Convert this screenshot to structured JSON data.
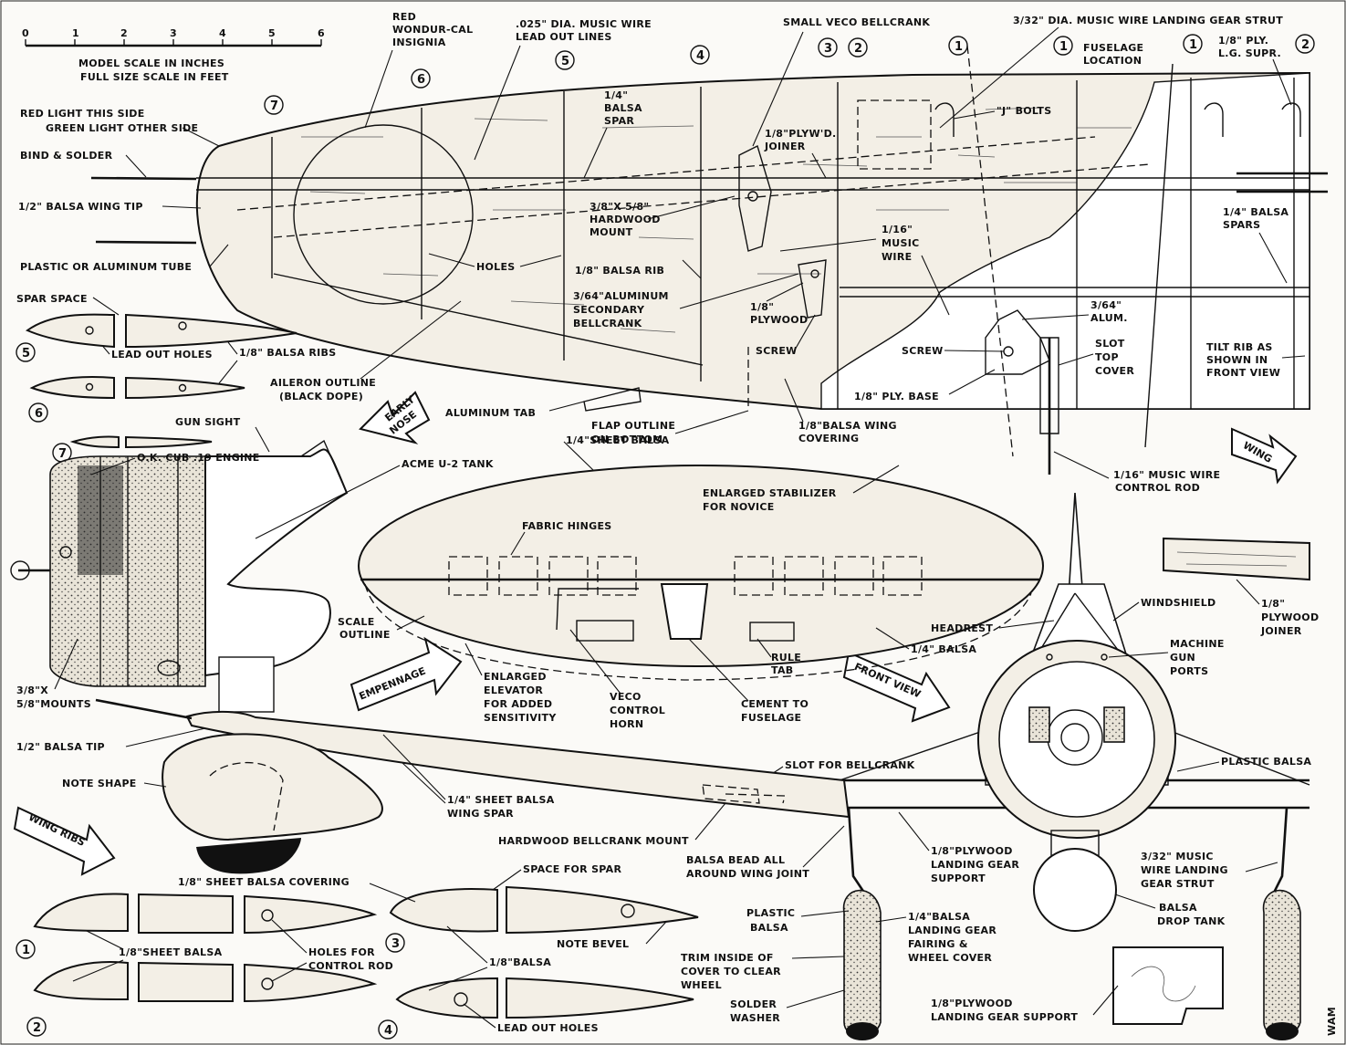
{
  "scale": {
    "ticks": [
      "0",
      "1",
      "2",
      "3",
      "4",
      "5",
      "6"
    ],
    "caption_line1": "MODEL SCALE IN INCHES",
    "caption_line2": "FULL SIZE SCALE IN FEET"
  },
  "rib_stations": {
    "n1": "1",
    "n2": "2",
    "n3": "3",
    "n4": "4",
    "n5": "5",
    "n6": "6",
    "n7": "7"
  },
  "wing_labels": {
    "red_insignia": [
      "RED",
      "WONDUR-CAL",
      "INSIGNIA"
    ],
    "music_wire_leadout": [
      ".025\" DIA. MUSIC WIRE",
      "LEAD OUT LINES"
    ],
    "small_veco_bellcrank": "SMALL VECO BELLCRANK",
    "landing_gear_strut_top": "3/32\" DIA. MUSIC WIRE LANDING GEAR STRUT",
    "fuselage_location": [
      "FUSELAGE",
      "LOCATION"
    ],
    "ply_lg_supr": [
      "1/8\" PLY.",
      "L.G. SUPR."
    ],
    "red_light": [
      "RED LIGHT THIS SIDE",
      "GREEN LIGHT OTHER SIDE"
    ],
    "bind_solder": "BIND & SOLDER",
    "balsa_wing_tip": "1/2\" BALSA WING TIP",
    "plastic_tube": "PLASTIC OR ALUMINUM TUBE",
    "balsa_spar": [
      "1/4\"",
      "BALSA",
      "SPAR"
    ],
    "plywd_joiner": [
      "1/8\"PLYW'D.",
      "JOINER"
    ],
    "j_bolts": "\"J\" BOLTS",
    "hardwood_mount": [
      "3/8\"X 5/8\"",
      "HARDWOOD",
      "MOUNT"
    ],
    "holes": "HOLES",
    "balsa_rib": "1/8\" BALSA RIB",
    "music_wire_116": [
      "1/16\"",
      "MUSIC",
      "WIRE"
    ],
    "balsa_spars_14": [
      "1/4\" BALSA",
      "SPARS"
    ],
    "aluminum_secondary": [
      "3/64\"ALUMINUM",
      "SECONDARY",
      "BELLCRANK"
    ],
    "plywood_18": [
      "1/8\"",
      "PLYWOOD"
    ],
    "alum_364": [
      "3/64\"",
      "ALUM."
    ],
    "screw_a": "SCREW",
    "screw_b": "SCREW",
    "slot_top_cover": [
      "SLOT",
      "TOP",
      "COVER"
    ],
    "tilt_rib": [
      "TILT RIB AS",
      "SHOWN IN",
      "FRONT VIEW"
    ],
    "spar_space": "SPAR SPACE",
    "lead_out_holes": "LEAD OUT HOLES",
    "balsa_ribs_18": "1/8\" BALSA RIBS",
    "aileron_outline": [
      "AILERON OUTLINE",
      "(BLACK DOPE)"
    ],
    "ply_base": "1/8\" PLY. BASE",
    "aluminum_tab": "ALUMINUM TAB",
    "flap_outline": [
      "FLAP OUTLINE",
      "ON BOTTOM"
    ],
    "balsa_wing_covering": [
      "1/8\"BALSA WING",
      "COVERING"
    ],
    "control_rod": [
      "1/16\" MUSIC WIRE",
      "CONTROL ROD"
    ]
  },
  "arrows": {
    "early_nose": [
      "EARLY",
      "NOSE"
    ],
    "wing": "WING",
    "empennage": "EMPENNAGE",
    "front_view": "FRONT VIEW",
    "wing_ribs": "WING RIBS"
  },
  "nose_labels": {
    "gun_sight": "GUN SIGHT",
    "engine": "O.K. CUB .19 ENGINE",
    "tank": "ACME U-2 TANK",
    "mounts": [
      "3/8\"X",
      "5/8\"MOUNTS"
    ]
  },
  "stab_labels": {
    "sheet_balsa": "1/4\"SHEET BALSA",
    "enlarged_stab": [
      "ENLARGED STABILIZER",
      "FOR NOVICE"
    ],
    "fabric_hinges": "FABRIC HINGES",
    "scale_outline": [
      "SCALE",
      "OUTLINE"
    ],
    "balsa_14": "1/4\" BALSA",
    "enlarged_elevator": [
      "ENLARGED",
      "ELEVATOR",
      "FOR ADDED",
      "SENSITIVITY"
    ],
    "veco_horn": [
      "VECO",
      "CONTROL",
      "HORN"
    ],
    "cement": [
      "CEMENT TO",
      "FUSELAGE"
    ],
    "rule_tab": [
      "RULE",
      "TAB"
    ]
  },
  "front_labels": {
    "windshield": "WINDSHIELD",
    "headrest": "HEADREST",
    "plywood_joiner": [
      "1/8\"",
      "PLYWOOD",
      "JOINER"
    ],
    "gun_ports": [
      "MACHINE",
      "GUN",
      "PORTS"
    ],
    "plastic_balsa_right": "PLASTIC BALSA",
    "slot_bellcrank": "SLOT FOR BELLCRANK",
    "bead": [
      "BALSA BEAD ALL",
      "AROUND WING JOINT"
    ],
    "lg_support": [
      "1/8\"PLYWOOD",
      "LANDING GEAR",
      "SUPPORT"
    ],
    "strut": [
      "3/32\" MUSIC",
      "WIRE LANDING",
      "GEAR STRUT"
    ],
    "drop_tank": [
      "BALSA",
      "DROP TANK"
    ],
    "plastic_balsa_left": [
      "PLASTIC",
      "BALSA"
    ],
    "fairing": [
      "1/4\"BALSA",
      "LANDING GEAR",
      "FAIRING &",
      "WHEEL COVER"
    ],
    "trim": [
      "TRIM INSIDE OF",
      "COVER TO CLEAR",
      "WHEEL"
    ],
    "solder_washer": [
      "SOLDER",
      "WASHER"
    ],
    "lg_support_bottom": [
      "1/8\"PLYWOOD",
      "LANDING GEAR SUPPORT"
    ],
    "signature": "WAM"
  },
  "lower_labels": {
    "balsa_tip": "1/2\" BALSA TIP",
    "note_shape": "NOTE SHAPE",
    "wing_spar": [
      "1/4\" SHEET BALSA",
      "WING SPAR"
    ],
    "hardwood_mount": "HARDWOOD BELLCRANK MOUNT",
    "sheet_covering": "1/8\" SHEET BALSA COVERING",
    "space_spar": "SPACE FOR SPAR",
    "sheet_balsa": "1/8\"SHEET BALSA",
    "holes_control": [
      "HOLES FOR",
      "CONTROL ROD"
    ],
    "note_bevel": "NOTE BEVEL",
    "balsa_18": "1/8\"BALSA",
    "lead_out_holes": "LEAD OUT HOLES"
  }
}
